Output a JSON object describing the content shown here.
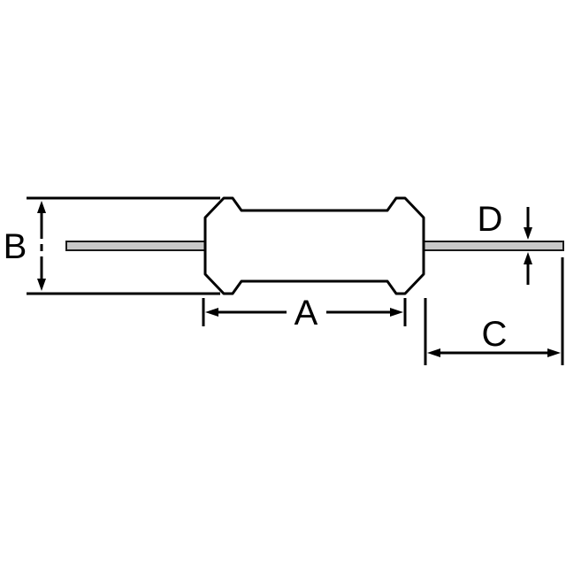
{
  "diagram": {
    "subject": "axial-lead resistor dimensional outline drawing",
    "labels": {
      "body_length": "A",
      "body_diameter": "B",
      "lead_length": "C",
      "lead_diameter": "D"
    },
    "colors": {
      "background": "#ffffff",
      "line": "#000000",
      "body_fill": "#ffffff",
      "lead_fill": "#c8c8c8"
    }
  }
}
